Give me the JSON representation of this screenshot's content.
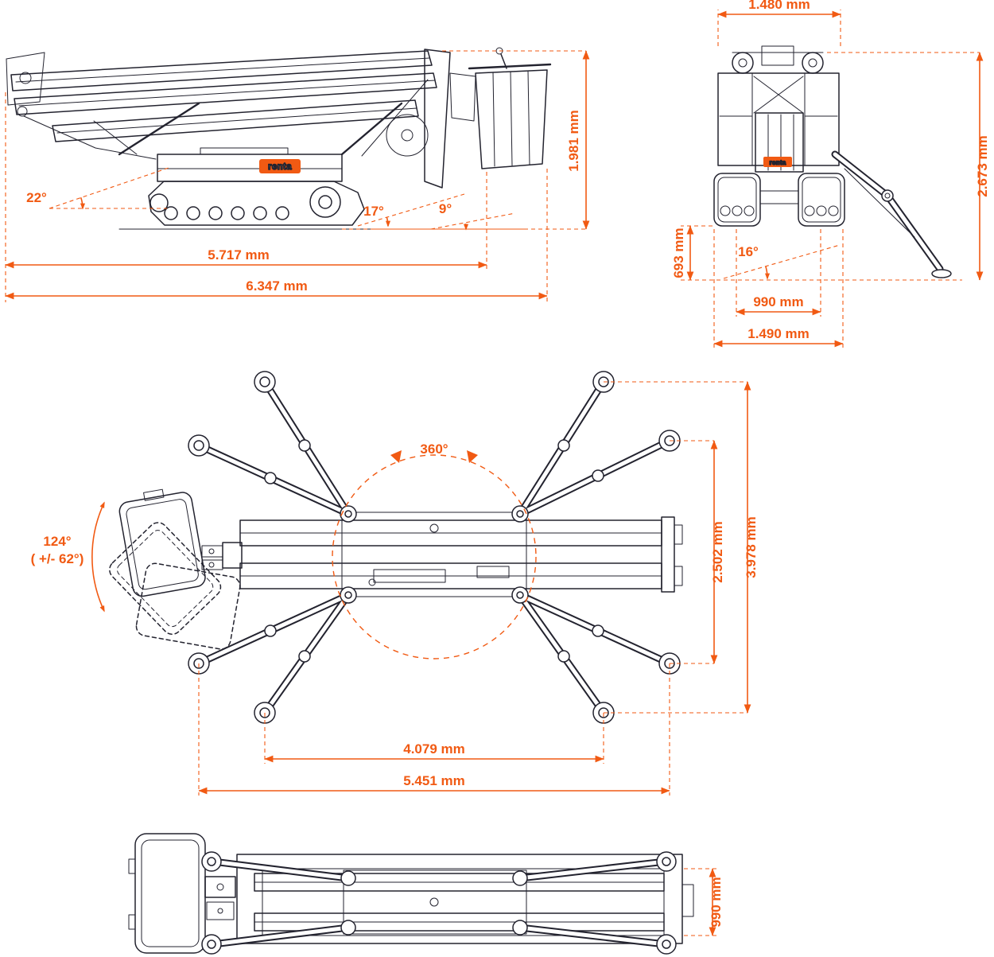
{
  "colors": {
    "dimension": "#f15a13",
    "drawing": "#23232f"
  },
  "brand": {
    "logo": "renta"
  },
  "side_view": {
    "overall_height": "1.981 mm",
    "tail_angle": "22°",
    "mid_angle": "17°",
    "front_angle": "9°",
    "length_without_basket": "5.717 mm",
    "overall_length": "6.347 mm"
  },
  "rear_view": {
    "top_width": "1.480 mm",
    "outrigger_height": "2.673 mm",
    "ground_clearance": "693 mm",
    "tilt_angle": "16°",
    "track_gauge": "990 mm",
    "overall_width": "1.490 mm"
  },
  "top_view": {
    "turret_rotation": "360°",
    "platform_rotation": "124°",
    "platform_rotation_range": "( +/- 62°)",
    "outrigger_span_narrow": "2.502 mm",
    "outrigger_span_wide": "3.978 mm",
    "outrigger_length_narrow": "4.079 mm",
    "outrigger_length_wide": "5.451 mm"
  },
  "stowed_view": {
    "machine_width": "990 mm"
  }
}
